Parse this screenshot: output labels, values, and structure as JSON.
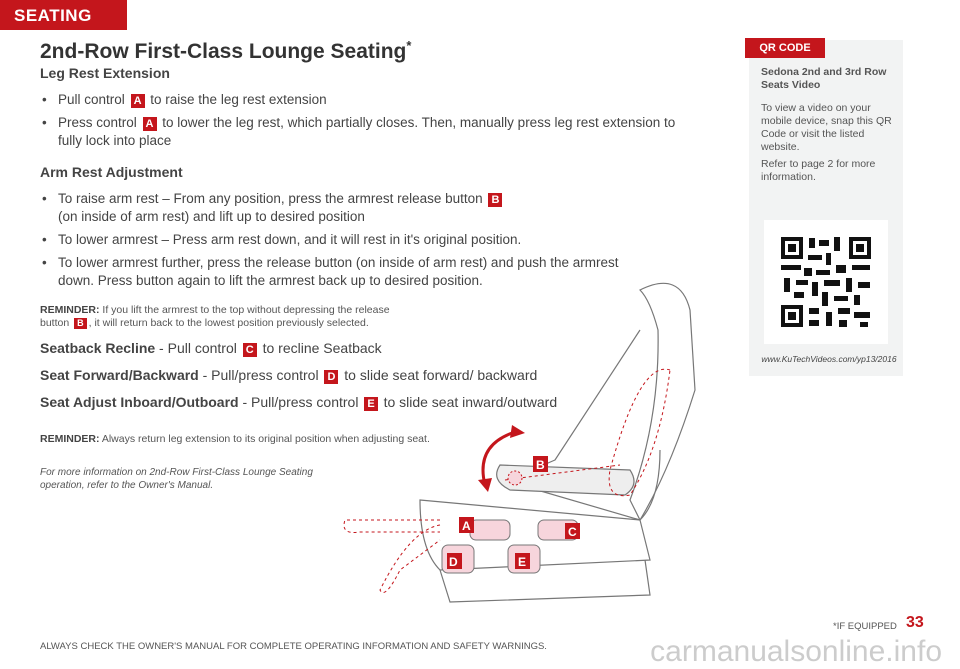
{
  "section": "SEATING",
  "title": "2nd-Row First-Class Lounge Seating",
  "title_mark": "*",
  "leg_rest": {
    "heading": "Leg Rest Extension",
    "b1_pre": "Pull control",
    "b1_badge": "A",
    "b1_post": "to raise the leg rest extension",
    "b2_pre": "Press control",
    "b2_badge": "A",
    "b2_post": "to lower the leg rest, which partially closes. Then, manually press leg rest extension to fully lock into place"
  },
  "arm_rest": {
    "heading": "Arm Rest Adjustment",
    "b1_pre": "To raise arm rest – From any position, press the armrest release button",
    "b1_badge": "B",
    "b1_post": "(on inside of arm rest) and lift up to desired position",
    "b2": "To lower armrest – Press arm rest down, and it will rest in it's original position.",
    "b3": "To lower armrest further, press the release button (on inside of arm rest) and push the armrest down. Press button again to lift the armrest back up to desired position."
  },
  "reminder1": {
    "label": "REMINDER:",
    "pre": "If you lift the armrest to the top without depressing the release button",
    "badge": "B",
    "post": ", it will return back to the lowest position previously selected."
  },
  "controls": [
    {
      "label": "Seatback Recline",
      "pre": " - Pull control",
      "badge": "C",
      "post": "to recline Seatback"
    },
    {
      "label": "Seat Forward/Backward",
      "pre": " - Pull/press control",
      "badge": "D",
      "post": "to slide seat forward/ backward"
    },
    {
      "label": "Seat Adjust Inboard/Outboard",
      "pre": " - Pull/press control",
      "badge": "E",
      "post": "to slide seat inward/outward"
    }
  ],
  "reminder2": {
    "label": "REMINDER:",
    "text": "Always return leg extension to its original position when adjusting seat."
  },
  "note": "For more information on 2nd-Row First-Class Lounge Seating operation, refer to the Owner's Manual.",
  "diagram_labels": {
    "a": "A",
    "b": "B",
    "c": "C",
    "d": "D",
    "e": "E"
  },
  "qr": {
    "tab": "QR CODE",
    "title": "Sedona 2nd and 3rd Row Seats Video",
    "p1": "To view a video on your mobile device, snap this QR Code or visit the listed website.",
    "p2": "Refer to page 2 for more information.",
    "url": "www.KuTechVideos.com/yp13/2016"
  },
  "footer": {
    "warning": "ALWAYS CHECK THE OWNER'S MANUAL FOR COMPLETE OPERATING INFORMATION AND SAFETY WARNINGS.",
    "if_equipped": "*IF EQUIPPED",
    "page": "33",
    "watermark": "carmanualsonline.info"
  },
  "colors": {
    "accent": "#c4161c"
  }
}
